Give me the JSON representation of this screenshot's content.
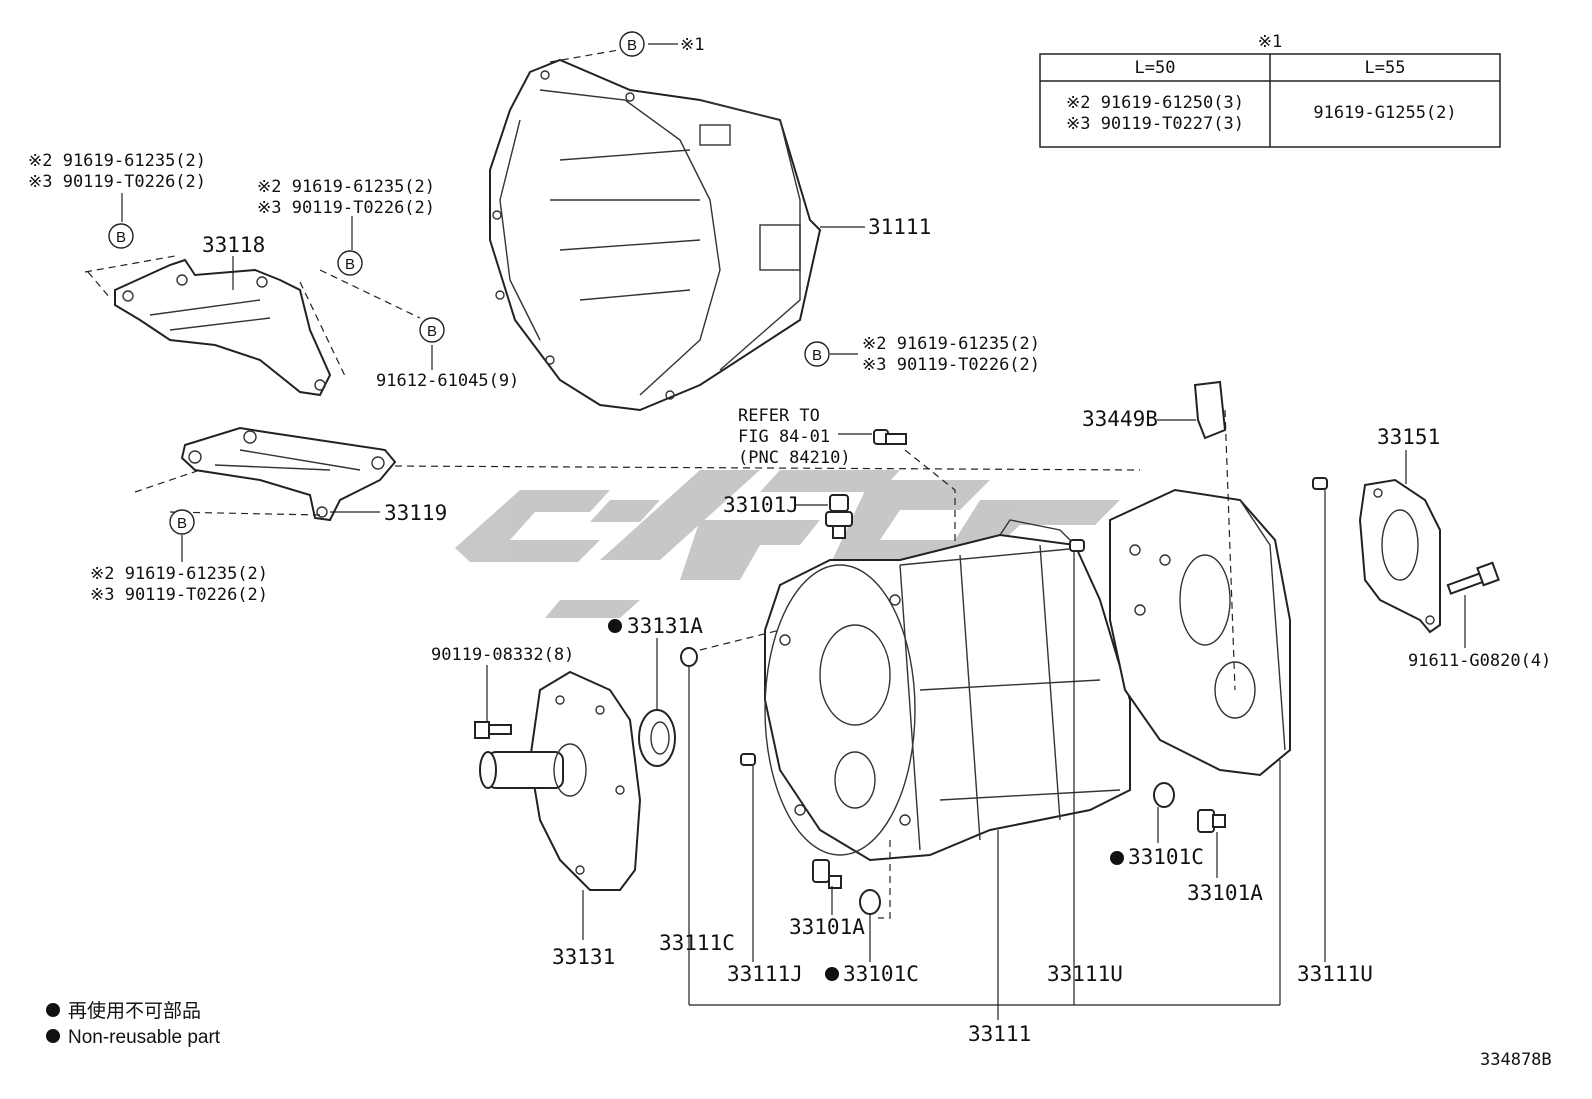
{
  "diagram_id": "334878B",
  "watermark_color": "#9a9a9a",
  "note_mark": "※1",
  "table": {
    "header_mark": "※1",
    "col1_header": "L=50",
    "col2_header": "L=55",
    "col1_line1": "※2 91619-61250(3)",
    "col1_line2": "※3 90119-T0227(3)",
    "col2_value": "91619-G1255(2)"
  },
  "circle_letter": "B",
  "refer": {
    "line1": "REFER TO",
    "line2": "FIG 84-01",
    "line3": "(PNC 84210)"
  },
  "labels": {
    "p33118": "33118",
    "p33119": "33119",
    "p33111_top": "31111",
    "p91612": "91612-61045(9)",
    "p33449B": "33449B",
    "p33151": "33151",
    "p91611": "91611-G0820(4)",
    "p33101J": "33101J",
    "p33131A": "33131A",
    "p90119": "90119-08332(8)",
    "p33131": "33131",
    "p33111C": "33111C",
    "p33111J": "33111J",
    "p33101A_left": "33101A",
    "p33101C_left": "33101C",
    "p33111U_mid": "33111U",
    "p33111U_right": "33111U",
    "p33101C_right": "33101C",
    "p33101A_right": "33101A",
    "p33111_bottom": "33111"
  },
  "bolt_groups": {
    "top_left_l1": "※2 91619-61235(2)",
    "top_left_l2": "※3 90119-T0226(2)",
    "top_mid_l1": "※2 91619-61235(2)",
    "top_mid_l2": "※3 90119-T0226(2)",
    "right_l1": "※2 91619-61235(2)",
    "right_l2": "※3 90119-T0226(2)",
    "bottom_left_l1": "※2 91619-61235(2)",
    "bottom_left_l2": "※3 90119-T0226(2)"
  },
  "legend": {
    "line1": "再使用不可部品",
    "line2": "Non-reusable part"
  }
}
